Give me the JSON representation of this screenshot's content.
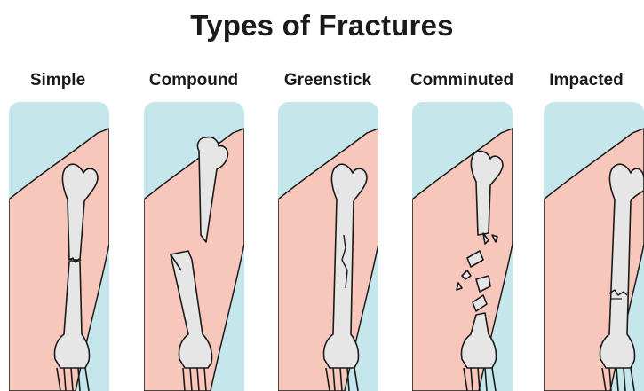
{
  "title": "Types of Fractures",
  "fractures": [
    {
      "label": "Simple"
    },
    {
      "label": "Compound"
    },
    {
      "label": "Greenstick"
    },
    {
      "label": "Comminuted"
    },
    {
      "label": "Impacted"
    }
  ],
  "colors": {
    "background_panel": "#c5e7ec",
    "skin": "#f7c7bb",
    "bone": "#e6e6e6",
    "outline": "#1a1a1a"
  }
}
